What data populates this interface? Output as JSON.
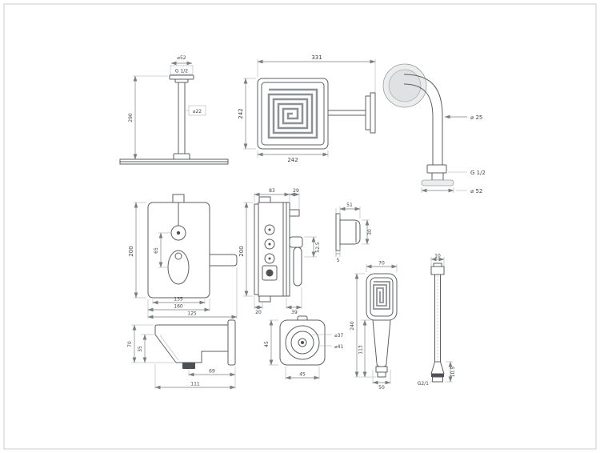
{
  "colors": {
    "background": "#ffffff",
    "border": "#c9ccd0",
    "outline": "#5b5f63",
    "dimension": "#7a7f84",
    "maze": "#8d9296",
    "light_fill": "#ececec",
    "dark_fill": "#4d5156"
  },
  "ceiling_arm": {
    "dia_flange": "⌀52",
    "thread": "G 1/2",
    "dia_pipe": "⌀22",
    "drop": "290"
  },
  "head_top_view": {
    "arm_reach": "331",
    "height": "242",
    "width": "242"
  },
  "wall_arm": {
    "dia_pipe": "⌀ 25",
    "thread": "G 1/2",
    "dia_flange": "⌀ 52"
  },
  "mixer_front": {
    "height": "200",
    "knob_spacing": "65",
    "width_inner": "135",
    "width_outer": "160",
    "depth": "125"
  },
  "mixer_side": {
    "body_depth": "83",
    "handle_depth": "29",
    "height": "200",
    "handle_length": "52.5",
    "plate_offset": "20",
    "handle_offset": "39"
  },
  "knob_detail": {
    "width": "51",
    "height": "30",
    "plate_thickness": "5"
  },
  "spout": {
    "height": "70",
    "mouth_height": "35",
    "reach_inner": "69",
    "reach_total": "111"
  },
  "valve": {
    "height": "45",
    "dia_inner": "⌀37",
    "dia_outer": "⌀41",
    "width": "45"
  },
  "hand_shower": {
    "head_width": "70",
    "total_length": "240",
    "handle_length": "113",
    "bottom_width": "50"
  },
  "hose": {
    "fitting_width": "10",
    "fitting_height": "10.5",
    "thread": "G2/1"
  }
}
